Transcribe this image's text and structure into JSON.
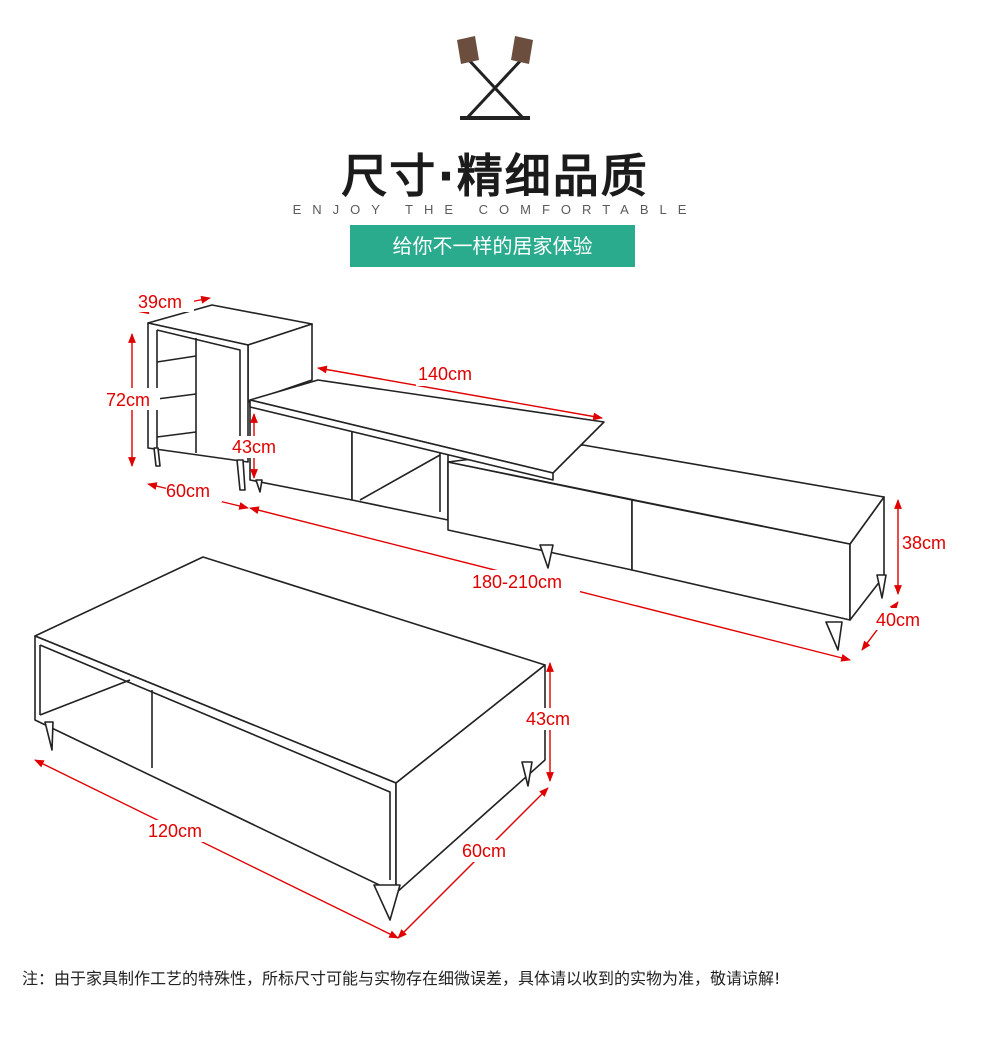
{
  "header": {
    "logo_icon": "crossed-lamps-icon",
    "title": "尺寸·精细品质",
    "subtitle": "ENJOY THE COMFORTABLE",
    "badge": "给你不一样的居家体验",
    "badge_color": "#2bab8e"
  },
  "dimensions": {
    "side_cabinet_depth": "39cm",
    "side_cabinet_height": "72cm",
    "side_cabinet_width": "60cm",
    "tv_top_length": "140cm",
    "tv_upper_height": "43cm",
    "tv_length_range": "180-210cm",
    "tv_height": "38cm",
    "tv_depth": "40cm",
    "table_height": "43cm",
    "table_length": "120cm",
    "table_depth": "60cm"
  },
  "dim_color": "#e00000",
  "footer": {
    "note": "注：由于家具制作工艺的特殊性，所标尺寸可能与实物存在细微误差，具体请以收到的实物为准，敬请谅解!"
  }
}
